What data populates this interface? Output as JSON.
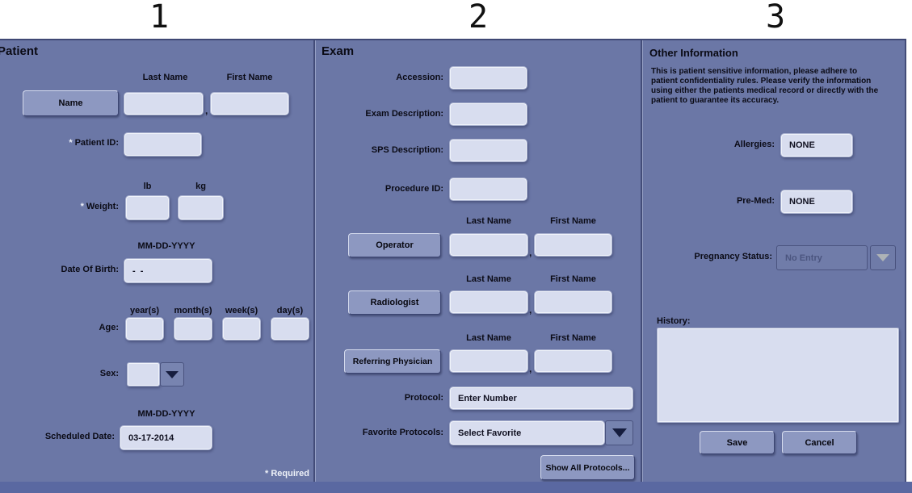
{
  "steps": {
    "one": "1",
    "two": "2",
    "three": "3"
  },
  "ui": {
    "separator": ","
  },
  "patient_panel": {
    "title": "Patient",
    "last_name_label": "Last Name",
    "first_name_label": "First Name",
    "name_button": "Name",
    "required_asterisk": "*",
    "patient_id_label": "Patient ID:",
    "lb_label": "lb",
    "kg_label": "kg",
    "weight_label": "Weight:",
    "dob_format_label": "MM-DD-YYYY",
    "dob_label": "Date Of Birth:",
    "dob_value": "-  -",
    "age_label": "Age:",
    "age_units": [
      "year(s)",
      "month(s)",
      "week(s)",
      "day(s)"
    ],
    "sex_label": "Sex:",
    "scheduled_format_label": "MM-DD-YYYY",
    "scheduled_label": "Scheduled Date:",
    "scheduled_value": "03-17-2014",
    "required_note": "* Required"
  },
  "exam_panel": {
    "title": "Exam",
    "accession_label": "Accession:",
    "exam_description_label": "Exam Description:",
    "sps_description_label": "SPS Description:",
    "procedure_id_label": "Procedure ID:",
    "last_name_label": "Last Name",
    "first_name_label": "First Name",
    "operator_button": "Operator",
    "radiologist_button": "Radiologist",
    "referring_physician_button": "Referring Physician",
    "protocol_label": "Protocol:",
    "protocol_value": "Enter Number",
    "favorite_protocols_label": "Favorite Protocols:",
    "favorite_protocols_value": "Select Favorite",
    "show_all_protocols_button": "Show All Protocols..."
  },
  "other_panel": {
    "title": "Other Information",
    "notice_lines": [
      "This is patient sensitive information, please adhere to",
      "patient confidentiality rules. Please verify the information",
      "using either  the patients medical record or directly with the",
      "patient to guarantee its accuracy."
    ],
    "allergies_label": "Allergies:",
    "allergies_value": "NONE",
    "premed_label": "Pre-Med:",
    "premed_value": "NONE",
    "pregnancy_label": "Pregnancy Status:",
    "pregnancy_value": "No Entry",
    "history_label": "History:",
    "history_value": "",
    "save_button": "Save",
    "cancel_button": "Cancel"
  },
  "colors": {
    "panel_bg": "#6b77a6",
    "field_bg": "#d8ddef",
    "button_bg": "#8d98c1",
    "border_dark": "#434c78",
    "bottom_bar": "#5a68a1"
  }
}
